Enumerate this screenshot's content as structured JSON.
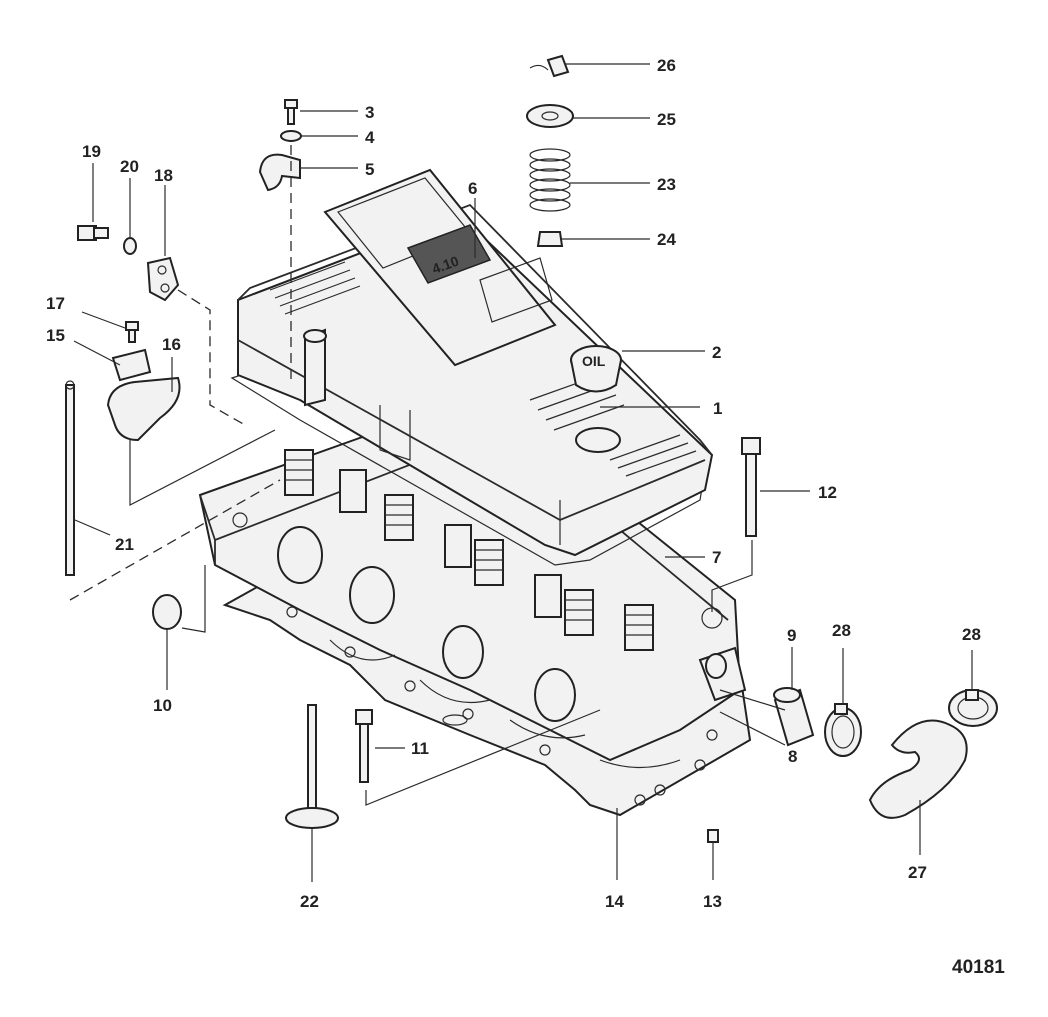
{
  "diagram": {
    "figure_number": "40181",
    "decal_text": "4.10",
    "oil_cap_text": "OIL",
    "callouts": [
      {
        "id": "c1",
        "label": "1"
      },
      {
        "id": "c2",
        "label": "2"
      },
      {
        "id": "c3",
        "label": "3"
      },
      {
        "id": "c4",
        "label": "4"
      },
      {
        "id": "c5",
        "label": "5"
      },
      {
        "id": "c6",
        "label": "6"
      },
      {
        "id": "c7",
        "label": "7"
      },
      {
        "id": "c8",
        "label": "8"
      },
      {
        "id": "c9",
        "label": "9"
      },
      {
        "id": "c10",
        "label": "10"
      },
      {
        "id": "c11",
        "label": "11"
      },
      {
        "id": "c12",
        "label": "12"
      },
      {
        "id": "c13",
        "label": "13"
      },
      {
        "id": "c14",
        "label": "14"
      },
      {
        "id": "c15",
        "label": "15"
      },
      {
        "id": "c16",
        "label": "16"
      },
      {
        "id": "c17",
        "label": "17"
      },
      {
        "id": "c18",
        "label": "18"
      },
      {
        "id": "c19",
        "label": "19"
      },
      {
        "id": "c20",
        "label": "20"
      },
      {
        "id": "c21",
        "label": "21"
      },
      {
        "id": "c22",
        "label": "22"
      },
      {
        "id": "c23",
        "label": "23"
      },
      {
        "id": "c24",
        "label": "24"
      },
      {
        "id": "c25",
        "label": "25"
      },
      {
        "id": "c26",
        "label": "26"
      },
      {
        "id": "c27",
        "label": "27"
      },
      {
        "id": "c28a",
        "label": "28"
      },
      {
        "id": "c28b",
        "label": "28"
      }
    ]
  }
}
